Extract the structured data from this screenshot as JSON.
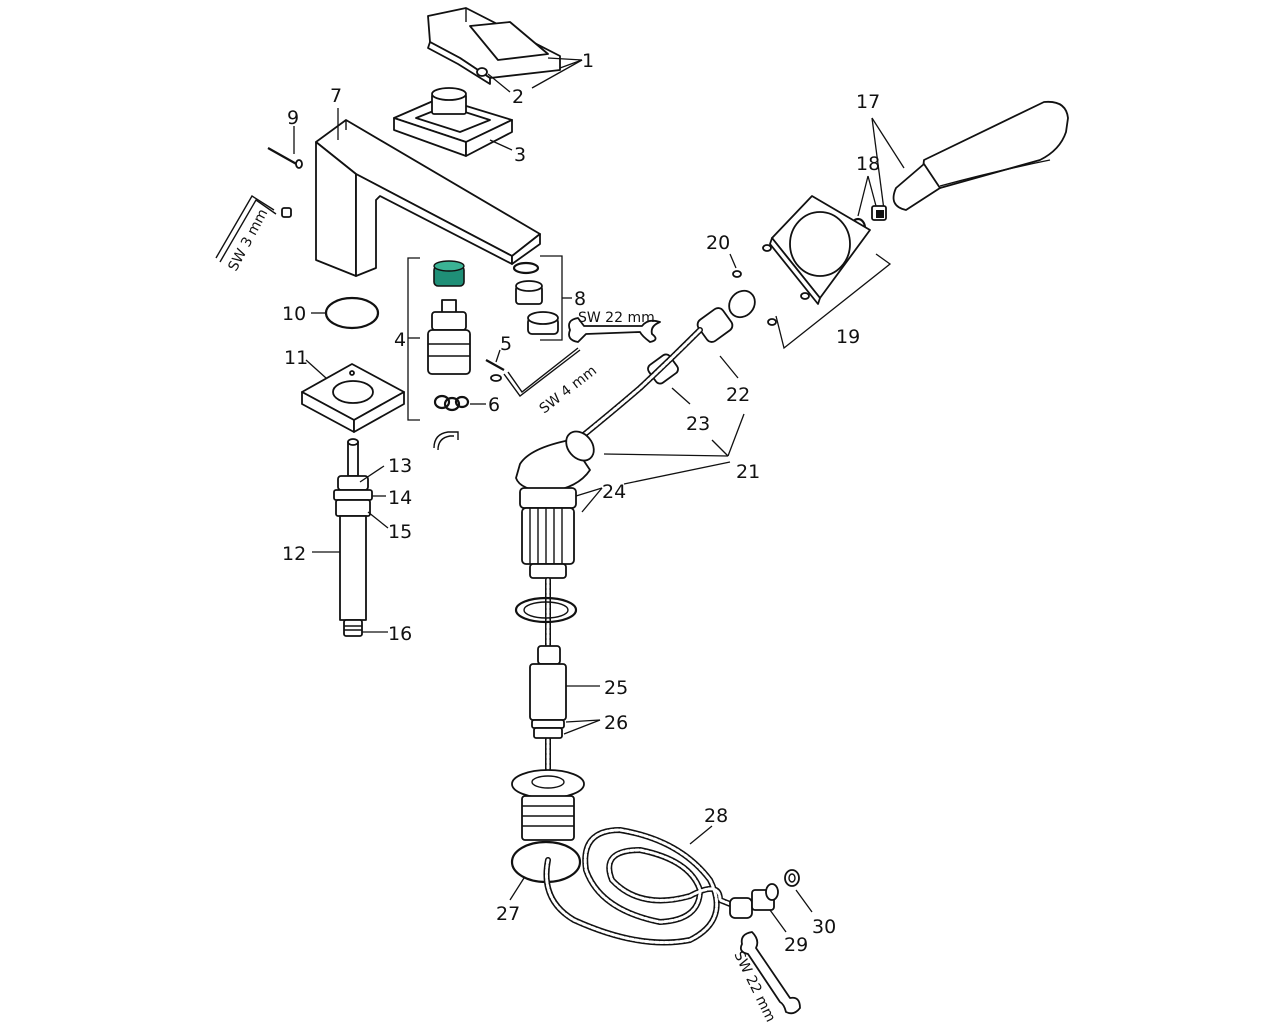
{
  "diagram": {
    "labels": {
      "p1": "1",
      "p2": "2",
      "p3": "3",
      "p4": "4",
      "p5": "5",
      "p6": "6",
      "p7": "7",
      "p8": "8",
      "p9": "9",
      "p10": "10",
      "p11": "11",
      "p12": "12",
      "p13": "13",
      "p14": "14",
      "p15": "15",
      "p16": "16",
      "p17": "17",
      "p18": "18",
      "p19": "19",
      "p20": "20",
      "p21": "21",
      "p22": "22",
      "p23": "23",
      "p24": "24",
      "p25": "25",
      "p26": "26",
      "p27": "27",
      "p28": "28",
      "p29": "29",
      "p30": "30"
    },
    "tools": {
      "hex3": "SW 3 mm",
      "hex4": "SW 4 mm",
      "wrench22_top": "SW 22 mm",
      "wrench22_bottom": "SW 22 mm"
    },
    "colors": {
      "line": "#111111",
      "accent_part": "#1f8f77"
    }
  }
}
